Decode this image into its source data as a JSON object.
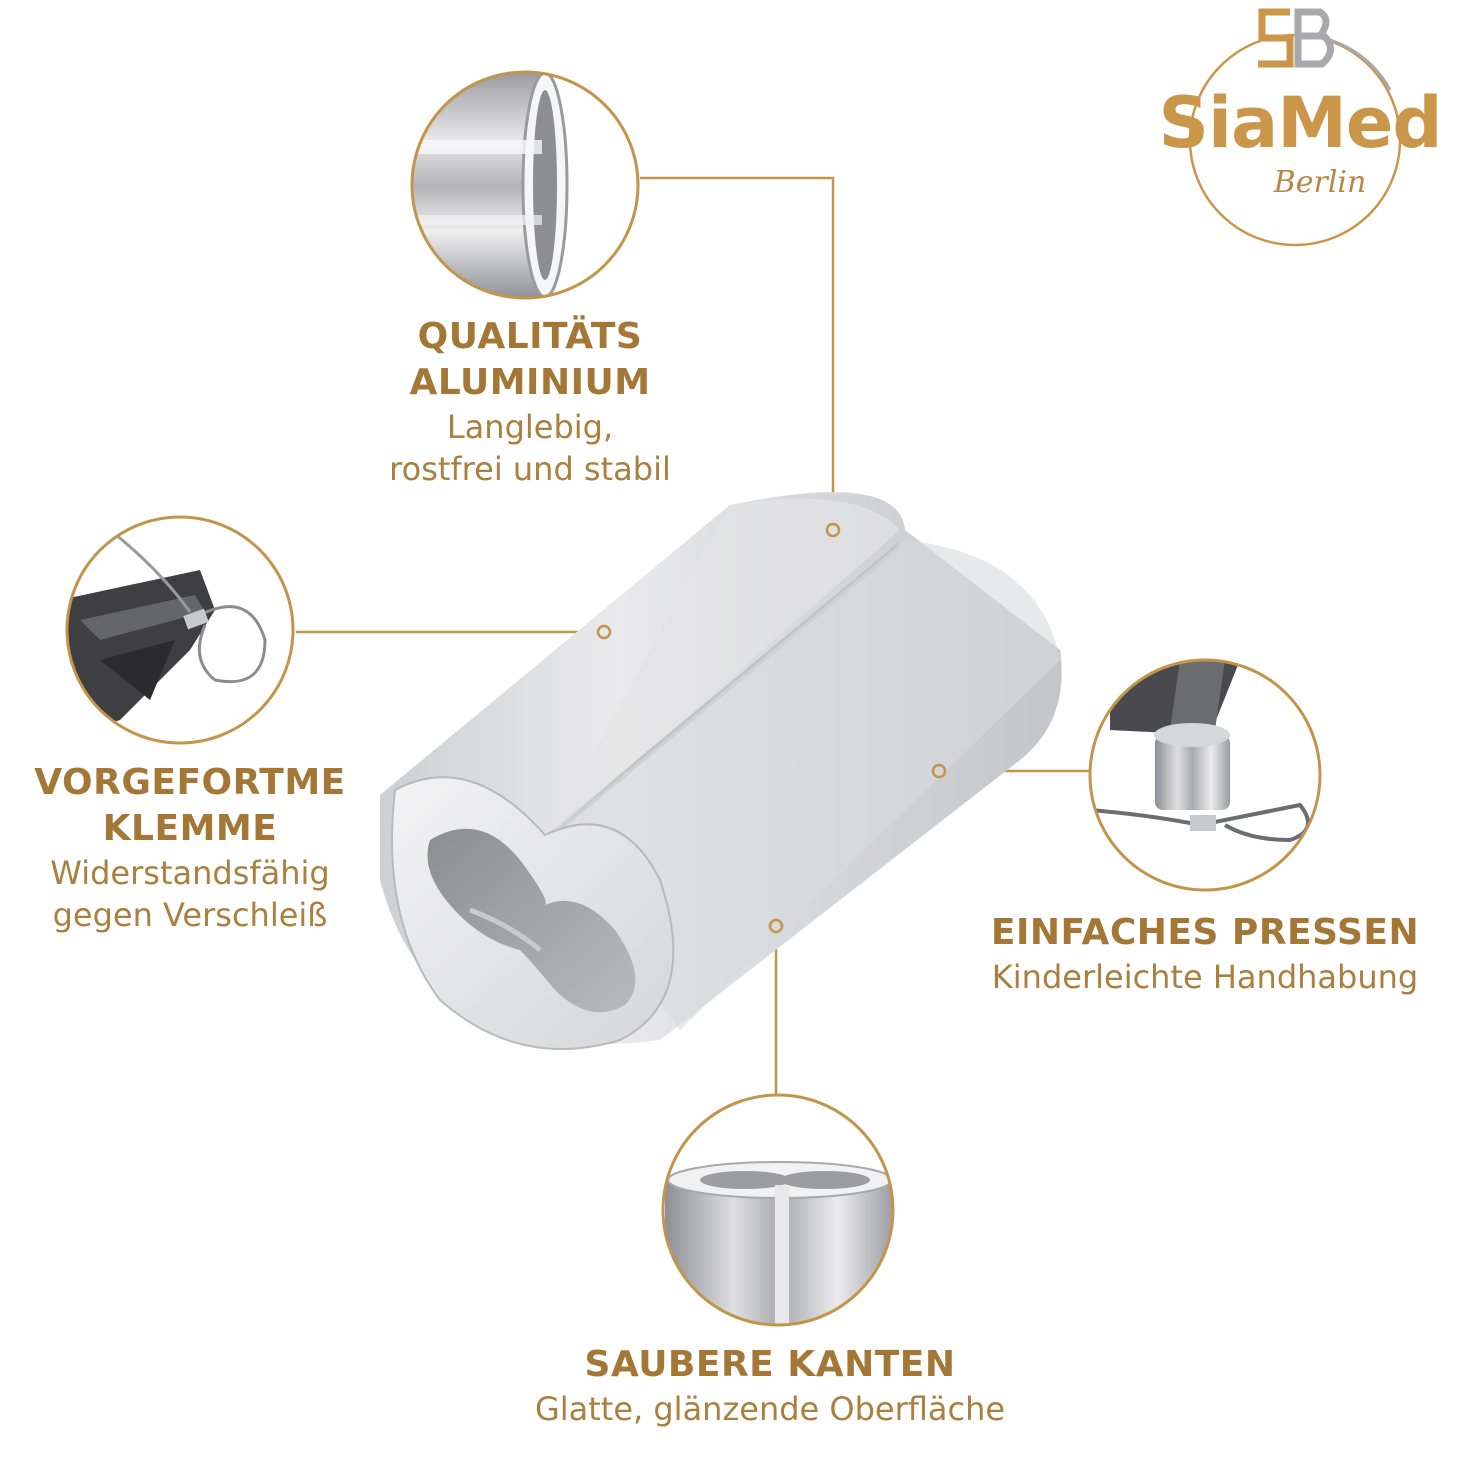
{
  "brand": {
    "name": "SiaMed",
    "sub": "Berlin",
    "gold": "#c9964a",
    "silver": "#a9a9ad"
  },
  "colors": {
    "accent": "#b7893f",
    "title": "#a47736",
    "text": "#a9803f"
  },
  "features": [
    {
      "id": "aluminium",
      "title_lines": [
        "QUALITÄTS",
        "ALUMINIUM"
      ],
      "desc": "Langlebig,\nrostfrei und stabil",
      "image": "aluminum-tube-closeup"
    },
    {
      "id": "klemme",
      "title_lines": [
        "VORGEFORTME",
        "KLEMME"
      ],
      "desc": "Widerstandsfähig\ngegen Verschleiß",
      "image": "crimping-pliers-cable-loop"
    },
    {
      "id": "pressen",
      "title_lines": [
        "EINFACHES PRESSEN"
      ],
      "desc": "Kinderleichte Handhabung",
      "image": "hammer-cable-sleeve"
    },
    {
      "id": "kanten",
      "title_lines": [
        "SAUBERE KANTEN"
      ],
      "desc": "Glatte, glänzende Oberfläche",
      "image": "sleeve-edge-closeup"
    }
  ],
  "product": {
    "icon": "double-ferrule-aluminum-sleeve"
  }
}
